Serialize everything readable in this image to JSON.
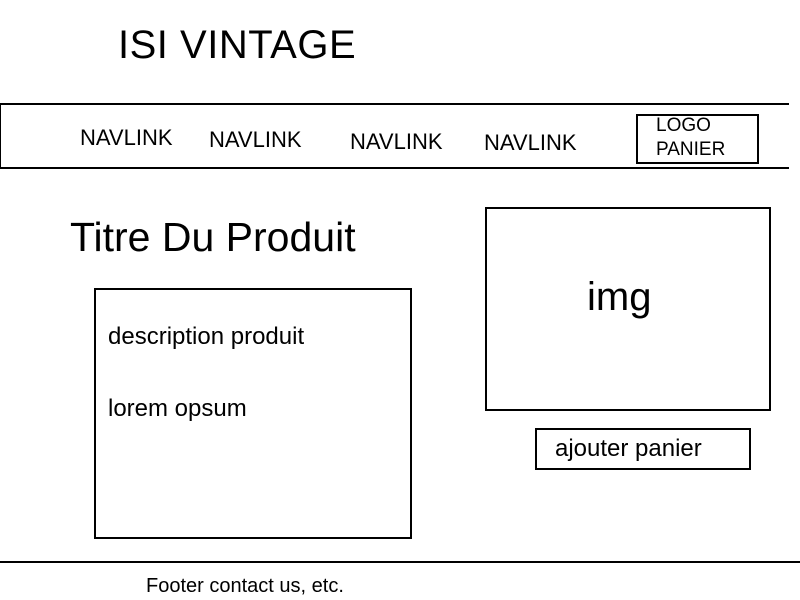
{
  "header": {
    "site_title": "ISI VINTAGE"
  },
  "nav": {
    "links": [
      "NAVLINK",
      "NAVLINK",
      "NAVLINK",
      "NAVLINK"
    ],
    "cart_logo": {
      "line1": "LOGO",
      "line2": "PANIER"
    }
  },
  "product": {
    "title": "Titre Du Produit",
    "description_lines": [
      "description produit",
      "lorem opsum"
    ],
    "image_placeholder": "img",
    "add_to_cart_label": "ajouter panier"
  },
  "footer": {
    "text": "Footer contact us, etc."
  }
}
